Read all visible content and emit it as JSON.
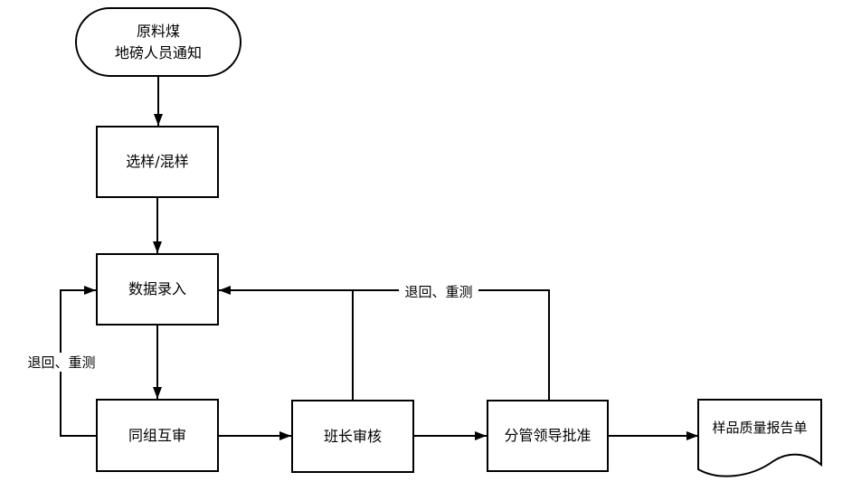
{
  "diagram": {
    "kind": "flowchart",
    "colors": {
      "stroke": "#000000",
      "fill": "#ffffff",
      "text": "#000000"
    },
    "nodes": {
      "start": {
        "shape": "terminator",
        "label_line1": "原料煤",
        "label_line2": "地磅人员通知"
      },
      "sampling": {
        "shape": "process",
        "label": "选样/混样"
      },
      "data_entry": {
        "shape": "process",
        "label": "数据录入"
      },
      "peer_review": {
        "shape": "process",
        "label": "同组互审"
      },
      "foreman_review": {
        "shape": "process",
        "label": "班长审核"
      },
      "leader_approval": {
        "shape": "process",
        "label": "分管领导批准"
      },
      "report": {
        "shape": "document",
        "label": "样品质量报告单"
      }
    },
    "edge_labels": {
      "left_return": "退回、重测",
      "right_return": "退回、重测"
    }
  }
}
